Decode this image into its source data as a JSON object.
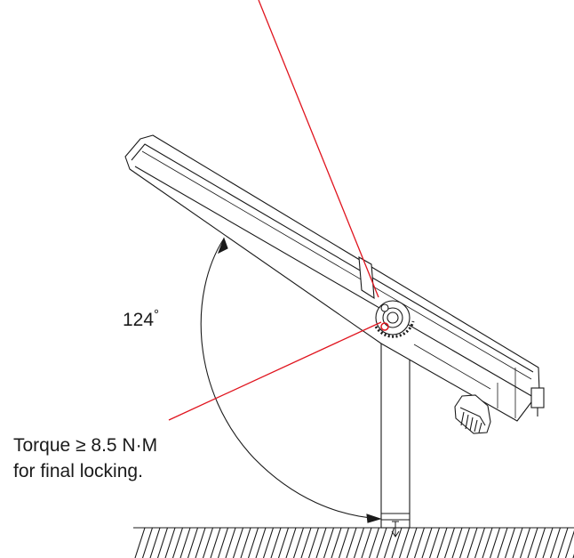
{
  "angle": {
    "text": "124",
    "unit": "°"
  },
  "torque": {
    "line1": "Torque ≥ 8.5 N·M",
    "line2": "for final locking."
  },
  "colors": {
    "callout": "#e0141e",
    "stroke": "#1a1a1a",
    "background": "#ffffff"
  }
}
